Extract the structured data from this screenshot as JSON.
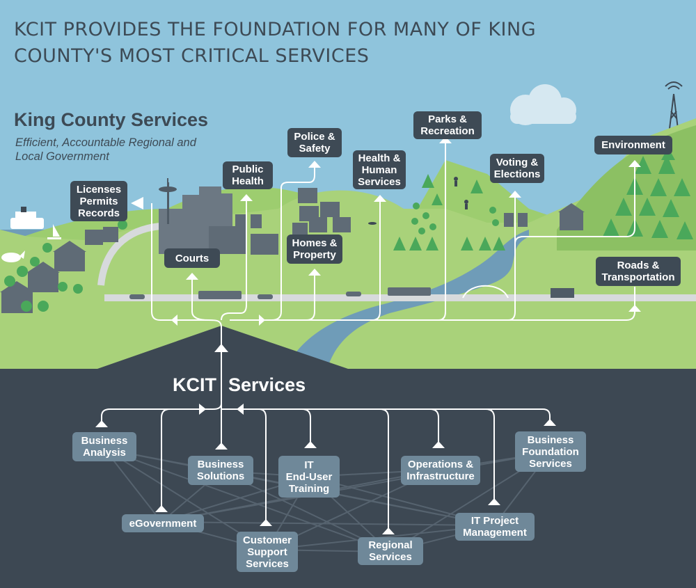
{
  "title": "KCIT PROVIDES THE FOUNDATION FOR MANY OF KING COUNTY'S MOST CRITICAL SERVICES",
  "king_county": {
    "heading": "King County Services",
    "subheading": "Efficient, Accountable Regional and Local Government"
  },
  "kcit": {
    "left": "KCIT",
    "right": "Services"
  },
  "county_services": {
    "licenses": "Licenses\nPermits\nRecords",
    "courts": "Courts",
    "public_health": "Public\nHealth",
    "police": "Police &\nSafety",
    "homes": "Homes &\nProperty",
    "health_human": "Health &\nHuman\nServices",
    "parks": "Parks &\nRecreation",
    "voting": "Voting &\nElections",
    "environment": "Environment",
    "roads": "Roads &\nTransportation"
  },
  "kcit_services": {
    "business_analysis": "Business\nAnalysis",
    "business_solutions": "Business\nSolutions",
    "it_training": "IT\nEnd-User\nTraining",
    "operations": "Operations &\nInfrastructure",
    "foundation": "Business\nFoundation\nServices",
    "egovernment": "eGovernment",
    "customer_support": "Customer\nSupport\nServices",
    "regional": "Regional\nServices",
    "it_project": "IT Project\nManagement"
  },
  "colors": {
    "sky": "#8fc4dc",
    "land": "#a9d27a",
    "land_dark": "#8cc063",
    "water": "#6f9cb8",
    "base": "#3d4853",
    "label_dark": "#3e4a55",
    "label_slate": "#6f8899",
    "tree": "#4aa85a",
    "building": "#5f6b76"
  },
  "icons": [
    "ferry-icon",
    "whale-icon",
    "sailboat-icon",
    "bus-icon",
    "car-icon",
    "truck-icon",
    "bridge-icon",
    "barn-icon",
    "radio-tower-icon",
    "cloud-icon",
    "space-needle-icon",
    "hiker-icon",
    "fish-icon"
  ]
}
